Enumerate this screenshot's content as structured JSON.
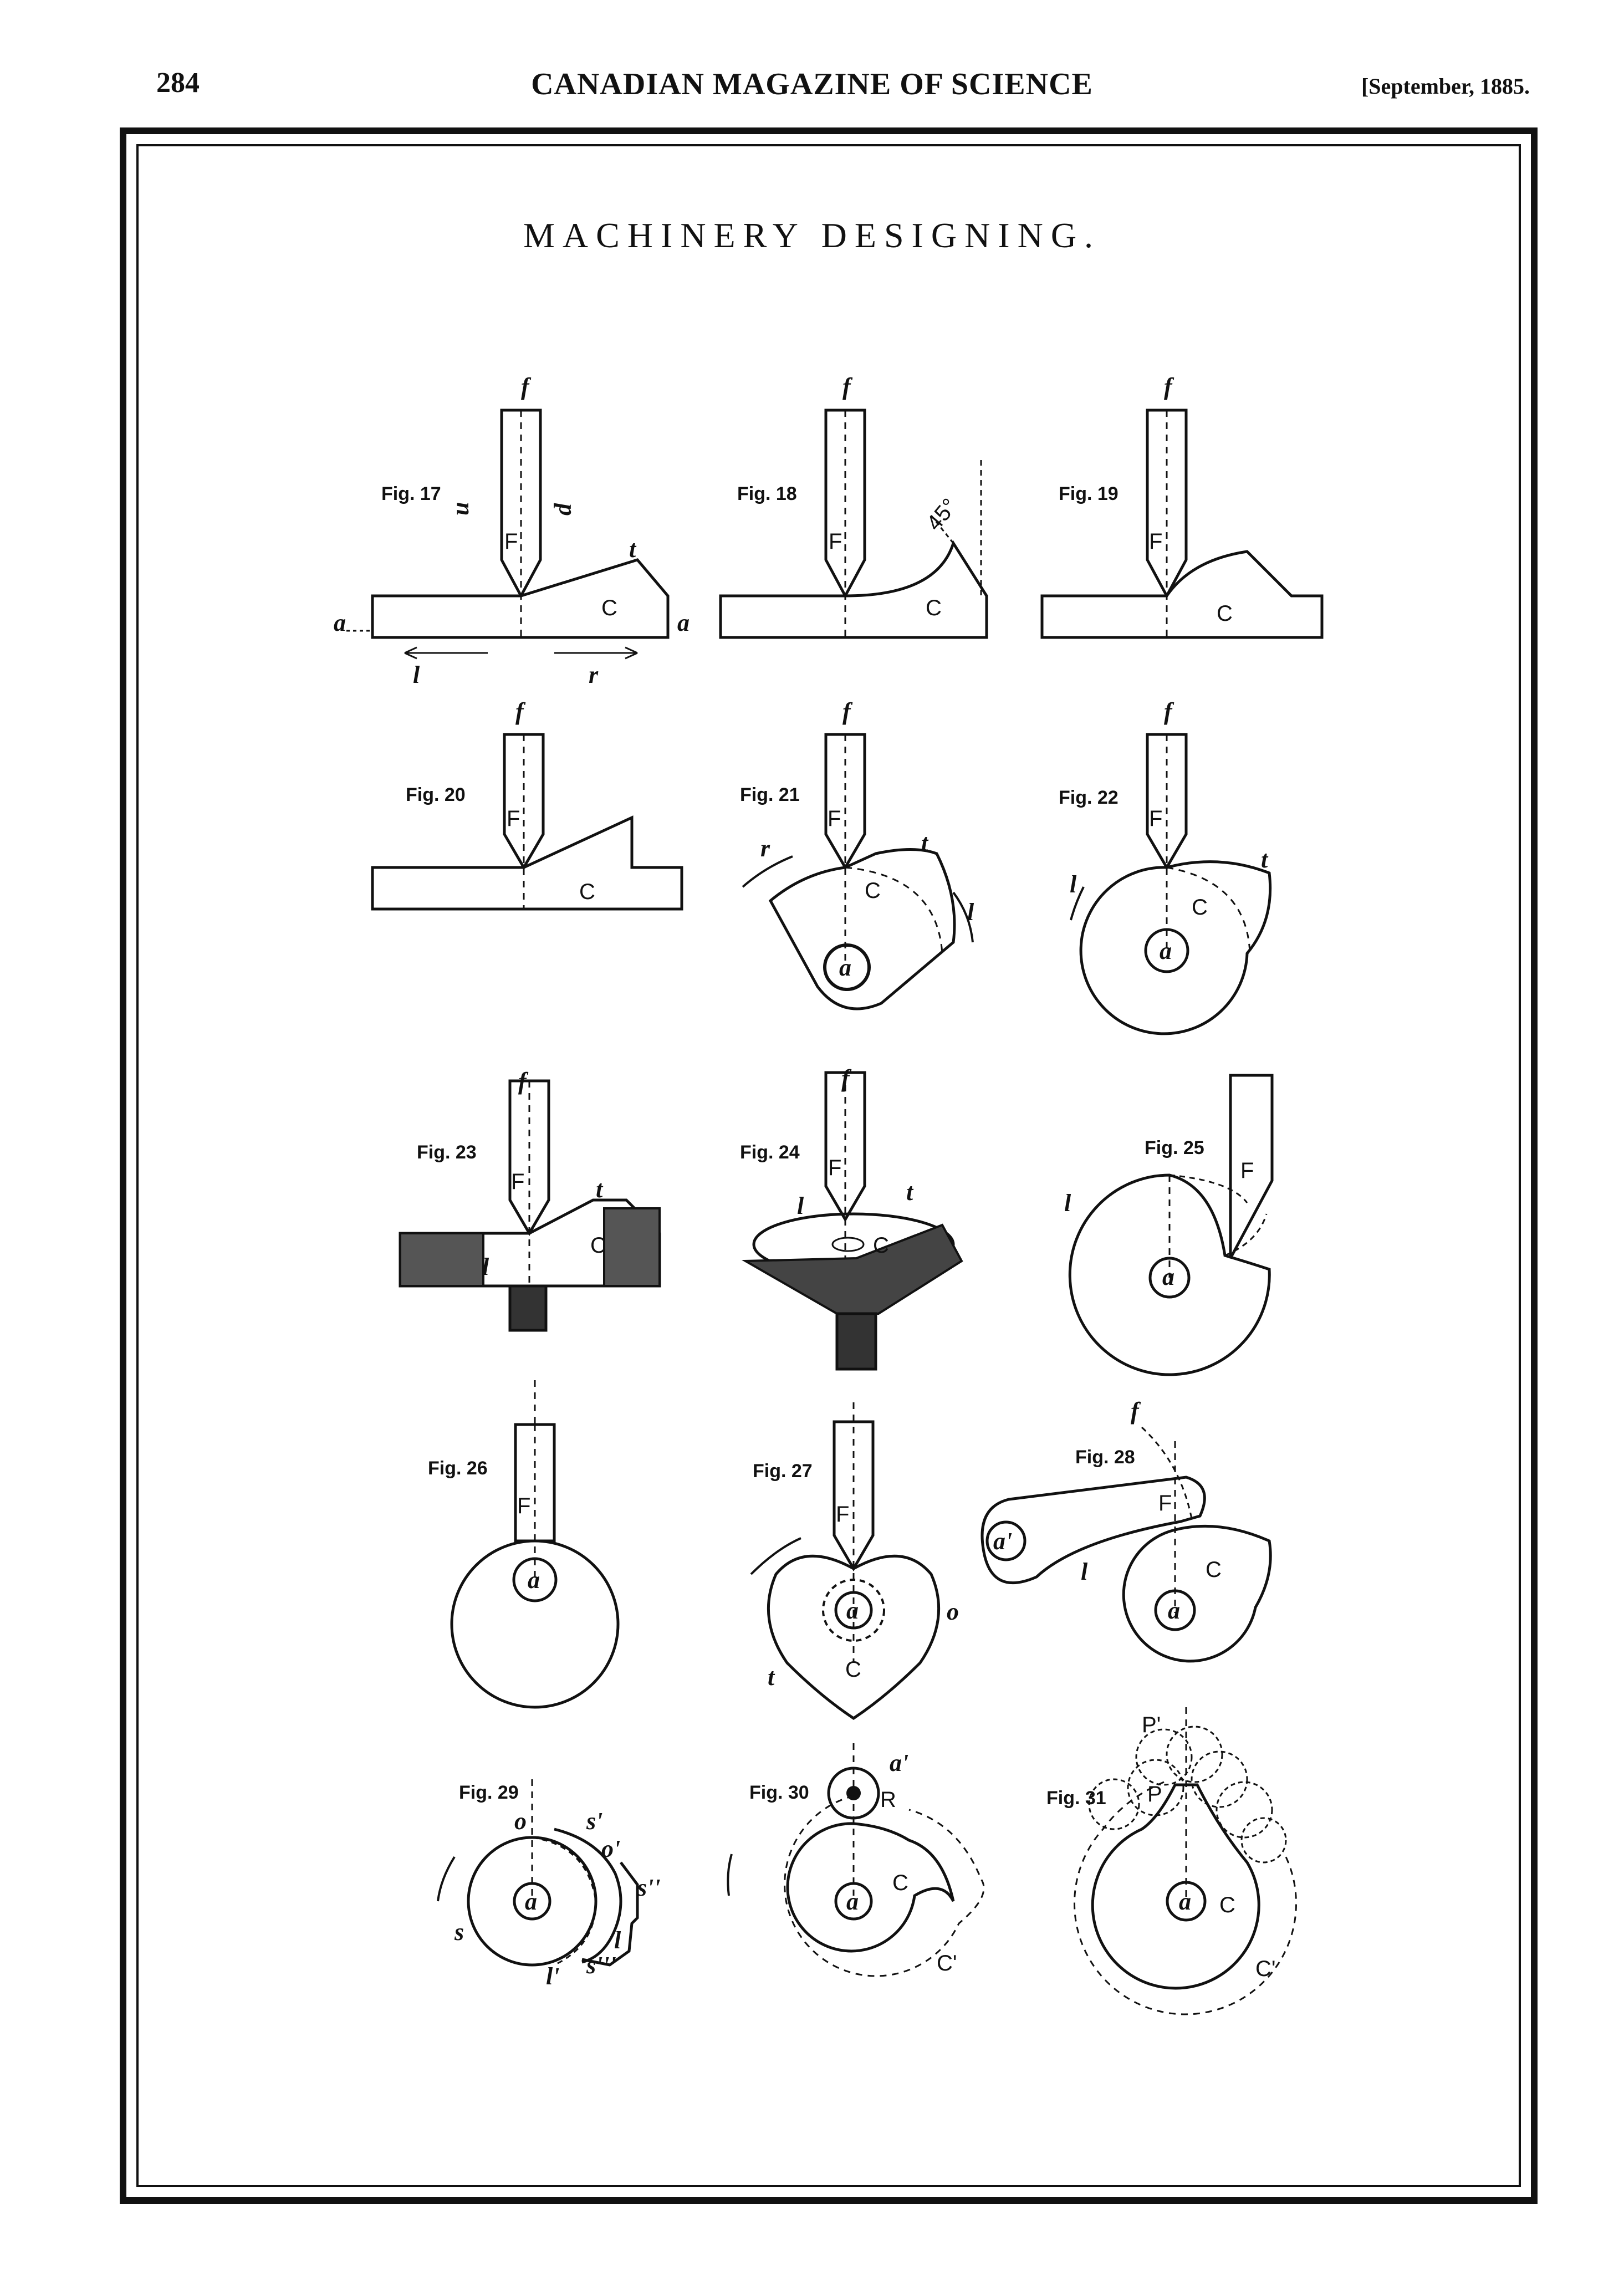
{
  "header": {
    "page_number": "284",
    "magazine_title": "CANADIAN MAGAZINE OF SCIENCE",
    "issue_date": "[September, 1885."
  },
  "plate": {
    "title": "MACHINERY DESIGNING."
  },
  "figures": {
    "f17": "Fig. 17",
    "f18": "Fig. 18",
    "f19": "Fig. 19",
    "f20": "Fig. 20",
    "f21": "Fig. 21",
    "f22": "Fig. 22",
    "f23": "Fig. 23",
    "f24": "Fig. 24",
    "f25": "Fig. 25",
    "f26": "Fig. 26",
    "f27": "Fig. 27",
    "f28": "Fig. 28",
    "f29": "Fig. 29",
    "f30": "Fig. 30",
    "f31": "Fig. 31"
  },
  "letters": {
    "f": "f",
    "F": "F",
    "C": "C",
    "a": "a",
    "t": "t",
    "l": "l",
    "r": "r",
    "u": "u",
    "d": "d",
    "o": "o",
    "s": "s",
    "R": "R",
    "P": "P",
    "a_prime": "a'",
    "C_prime": "C'",
    "P_prime": "P'",
    "s1": "s'",
    "s2": "s''",
    "s3": "s'''",
    "o1": "o'",
    "l1": "l'",
    "angle": "45°"
  }
}
